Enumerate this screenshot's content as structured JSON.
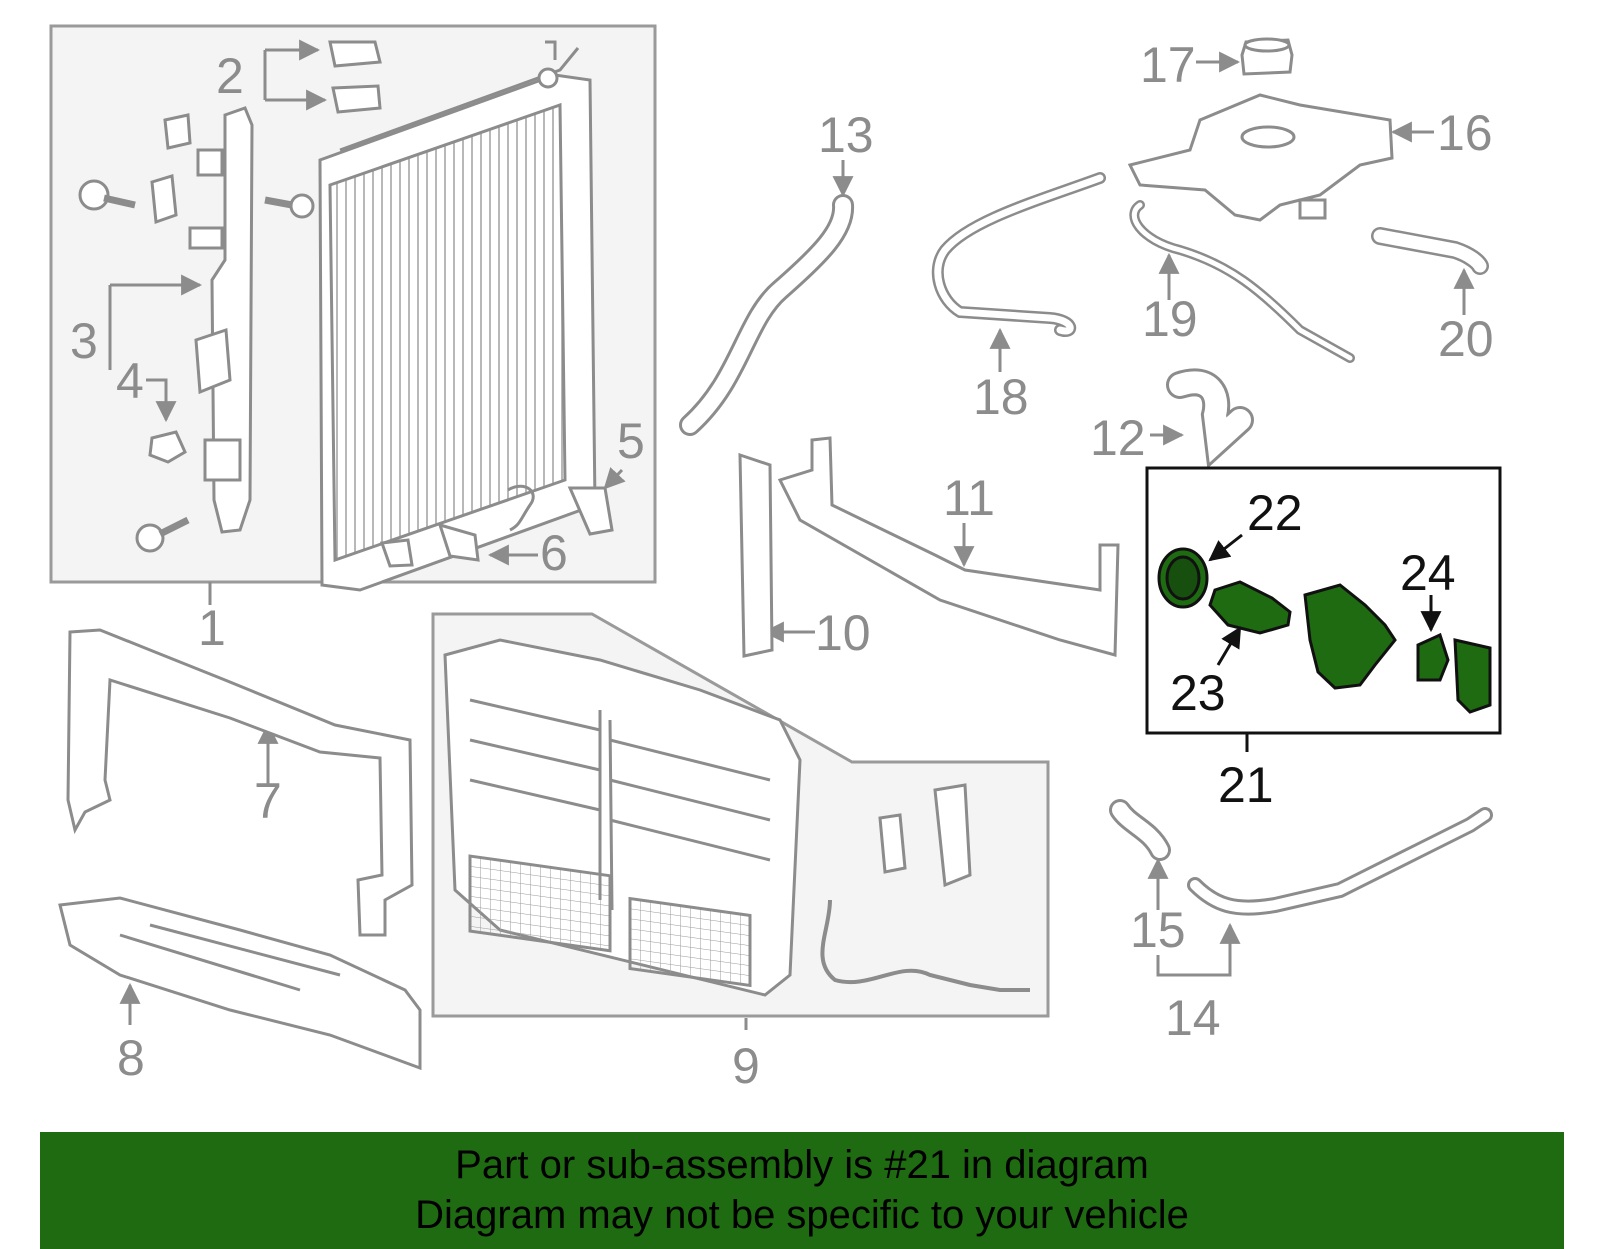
{
  "diagram": {
    "callouts": {
      "c1": "1",
      "c2": "2",
      "c3": "3",
      "c4": "4",
      "c5": "5",
      "c6": "6",
      "c7": "7",
      "c8": "8",
      "c9": "9",
      "c10": "10",
      "c11": "11",
      "c12": "12",
      "c13": "13",
      "c14": "14",
      "c15": "15",
      "c16": "16",
      "c17": "17",
      "c18": "18",
      "c19": "19",
      "c20": "20",
      "c21": "21",
      "c22": "22",
      "c23": "23",
      "c24": "24"
    },
    "highlighted_part": "21"
  },
  "banner": {
    "line1": "Part or sub-assembly is #21 in diagram",
    "line2": "Diagram may not be specific to your vehicle"
  },
  "colors": {
    "line_gray": "#9a9a9a",
    "panel_fill": "#f4f4f4",
    "highlight_green": "#1f6b12",
    "banner_green": "#1f6b12",
    "text_dark": "#111111"
  }
}
